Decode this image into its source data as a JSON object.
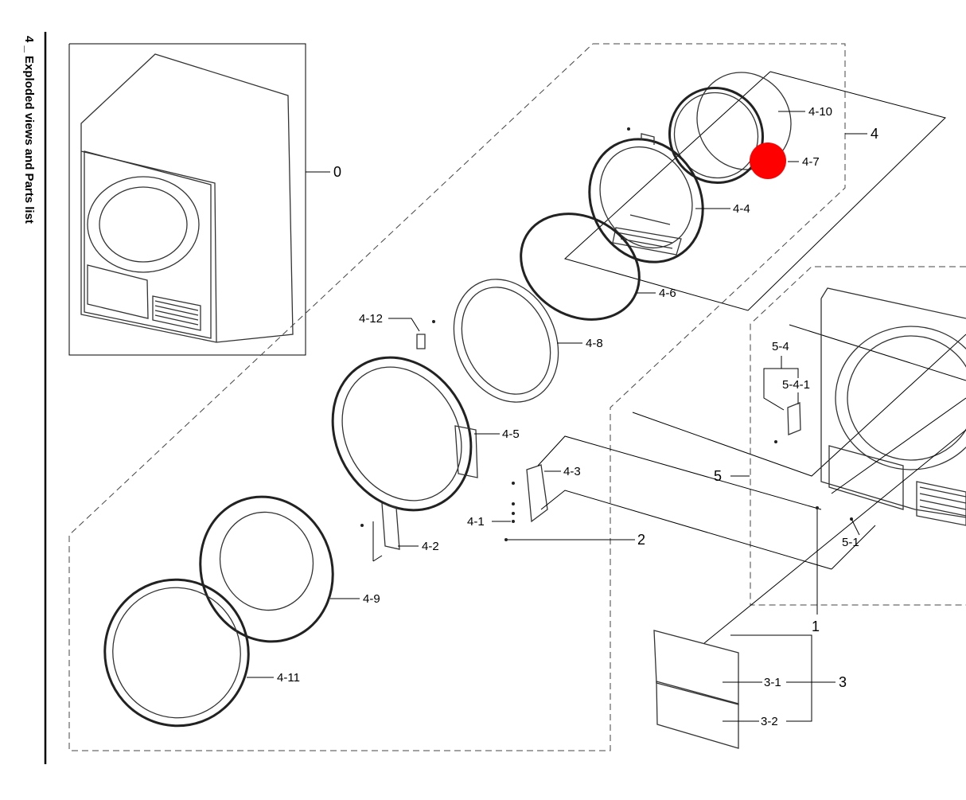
{
  "page": {
    "side_title": "4 _ Exploded views and Parts list"
  },
  "highlight": {
    "color": "#ff0000"
  },
  "labels": {
    "l0": "0",
    "l1": "1",
    "l2": "2",
    "l3": "3",
    "l3_1": "3-1",
    "l3_2": "3-2",
    "l4": "4",
    "l4_1": "4-1",
    "l4_2": "4-2",
    "l4_3": "4-3",
    "l4_4": "4-4",
    "l4_5": "4-5",
    "l4_6": "4-6",
    "l4_7": "4-7",
    "l4_8": "4-8",
    "l4_9": "4-9",
    "l4_10": "4-10",
    "l4_11": "4-11",
    "l4_12": "4-12",
    "l5": "5",
    "l5_1": "5-1",
    "l5_4": "5-4",
    "l5_4_1": "5-4-1"
  }
}
